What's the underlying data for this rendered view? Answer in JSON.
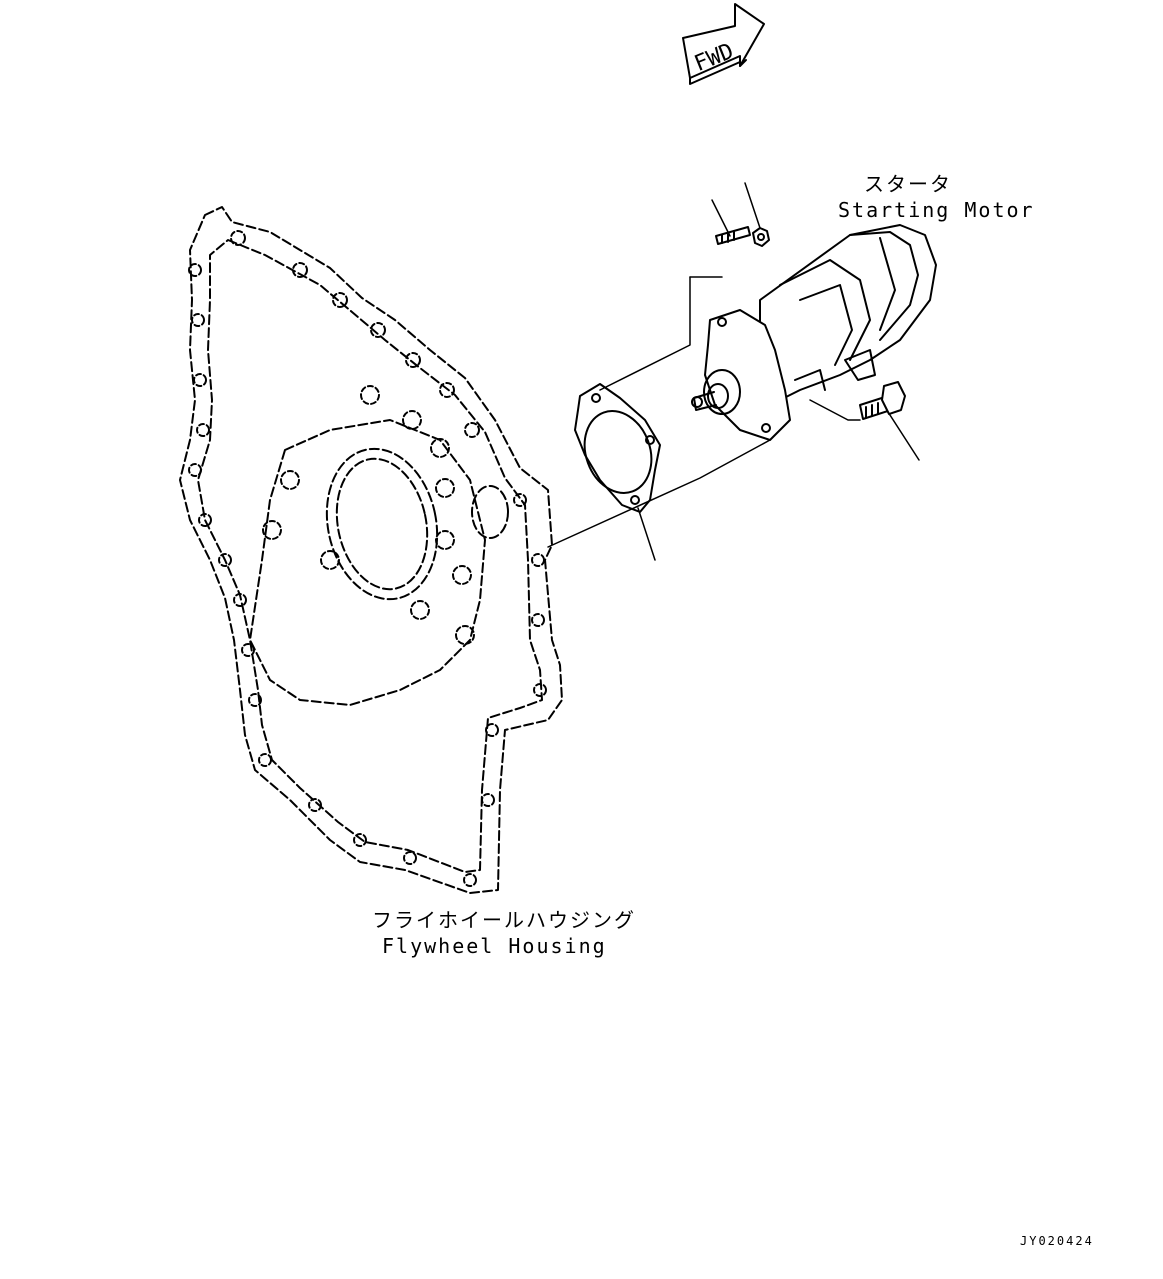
{
  "forward_arrow": {
    "label": "FWD",
    "icon": "forward-arrow-icon"
  },
  "parts": {
    "starting_motor": {
      "label_jp": "スタータ",
      "label_en": "Starting Motor"
    },
    "flywheel_housing": {
      "label_jp": "フライホイールハウジング",
      "label_en": "Flywheel Housing"
    }
  },
  "drawing_number": "JY020424",
  "colors": {
    "line": "#000000",
    "background": "#ffffff"
  }
}
